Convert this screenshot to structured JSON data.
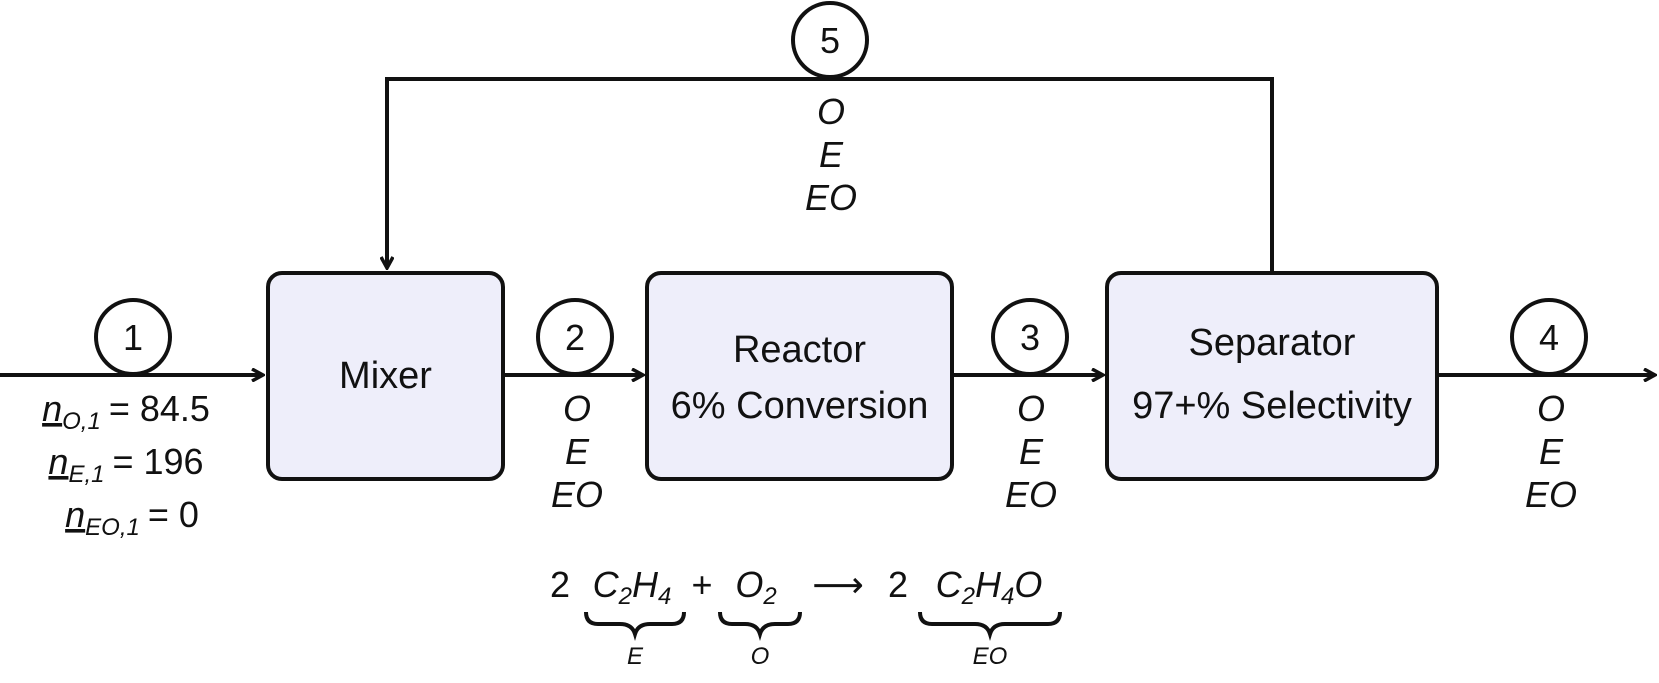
{
  "units": {
    "mixer": {
      "label": "Mixer"
    },
    "reactor": {
      "label": "Reactor",
      "sublabel": "6% Conversion"
    },
    "separator": {
      "label": "Separator",
      "sublabel": "97+% Selectivity"
    }
  },
  "streams": {
    "s1": {
      "number": "1"
    },
    "s2": {
      "number": "2",
      "components": [
        "O",
        "E",
        "EO"
      ]
    },
    "s3": {
      "number": "3",
      "components": [
        "O",
        "E",
        "EO"
      ]
    },
    "s4": {
      "number": "4",
      "components": [
        "O",
        "E",
        "EO"
      ]
    },
    "s5": {
      "number": "5",
      "components": [
        "O",
        "E",
        "EO"
      ]
    }
  },
  "feed": [
    {
      "var": "n",
      "sub": "O,1",
      "value": "= 84.5"
    },
    {
      "var": "n",
      "sub": "E,1",
      "value": "= 196"
    },
    {
      "var": "n",
      "sub": "EO,1",
      "value": "= 0"
    }
  ],
  "reaction": {
    "coef1": "2",
    "reactant1": {
      "formula": [
        "C",
        "2",
        "H",
        "4"
      ],
      "label": "E"
    },
    "plus": "+",
    "reactant2": {
      "formula": [
        "O",
        "2"
      ],
      "label": "O"
    },
    "arrow": "⟶",
    "coef2": "2",
    "product": {
      "formula": [
        "C",
        "2",
        "H",
        "4",
        "O"
      ],
      "label": "EO"
    }
  }
}
